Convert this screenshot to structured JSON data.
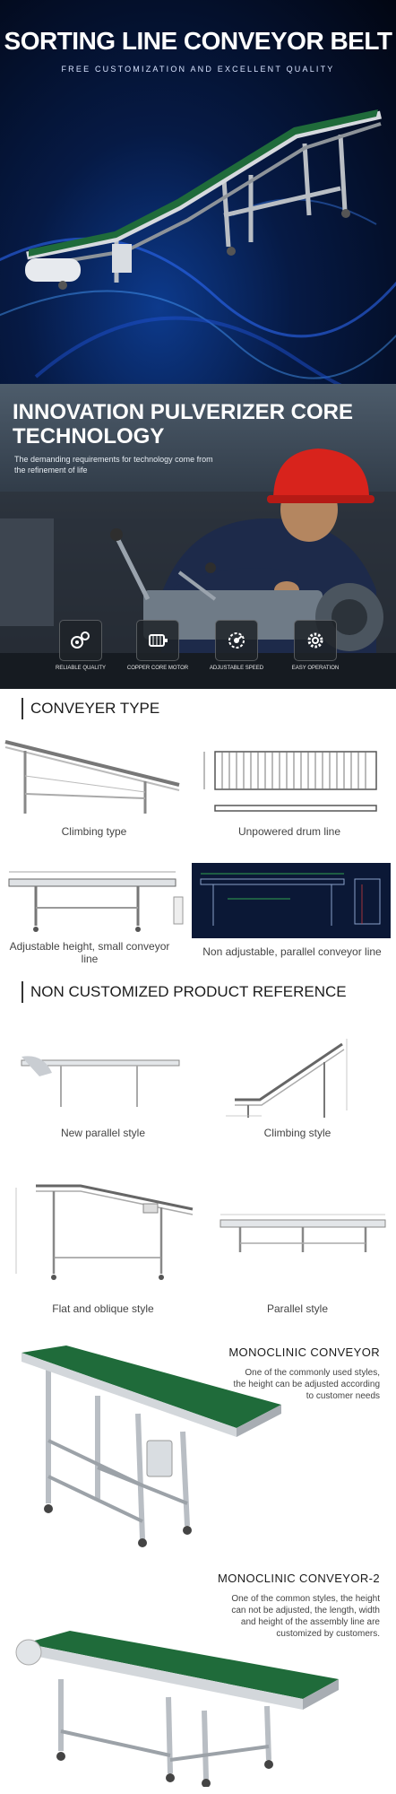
{
  "hero": {
    "title": "SORTING LINE CONVEYOR BELT",
    "subtitle": "FREE CUSTOMIZATION AND EXCELLENT QUALITY"
  },
  "innovation": {
    "title": "INNOVATION PULVERIZER CORE TECHNOLOGY",
    "subtitle": "The demanding requirements for technology come from the refinement of life",
    "features": [
      {
        "label": "RELIABLE QUALITY",
        "icon": "gear-cluster-icon"
      },
      {
        "label": "COPPER CORE MOTOR",
        "icon": "motor-icon"
      },
      {
        "label": "ADJUSTABLE SPEED",
        "icon": "speed-gear-icon"
      },
      {
        "label": "EASY OPERATION",
        "icon": "settings-gear-icon"
      }
    ]
  },
  "conveyer_type": {
    "heading": "CONVEYER TYPE",
    "items": [
      {
        "caption": "Climbing type"
      },
      {
        "caption": "Unpowered drum line"
      },
      {
        "caption": "Adjustable height, small conveyor line"
      },
      {
        "caption": "Non adjustable, parallel conveyor line"
      }
    ]
  },
  "reference": {
    "heading": "NON CUSTOMIZED PRODUCT REFERENCE",
    "items": [
      {
        "caption": "New parallel style"
      },
      {
        "caption": "Climbing style"
      },
      {
        "caption": "Flat and oblique style"
      },
      {
        "caption": "Parallel style"
      }
    ]
  },
  "monoclinic": [
    {
      "title": "MONOCLINIC CONVEYOR",
      "description": "One of the commonly used styles, the height can be adjusted according to customer needs"
    },
    {
      "title": "MONOCLINIC CONVEYOR-2",
      "description": "One of the common styles, the height can not be adjusted, the length, width and height of the assembly line are customized by customers."
    }
  ],
  "colors": {
    "belt_green": "#1f6b3a",
    "frame_silver": "#c9cdd2",
    "hero_blue": "#0d3a8c"
  }
}
